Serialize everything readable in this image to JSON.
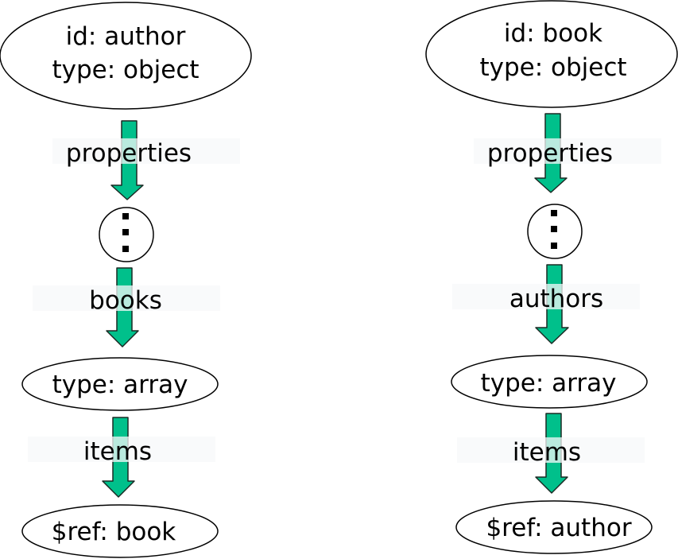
{
  "colors": {
    "arrow_fill": "#00c08b",
    "arrow_stroke": "#1a2a24",
    "label_band": "#f7f8fa",
    "node_stroke": "#000000",
    "background": "#ffffff"
  },
  "left_chain": {
    "root": {
      "line1": "id: author",
      "line2": "type: object"
    },
    "edge1": "properties",
    "ellipsis": "⋮",
    "edge2": "books",
    "array": "type: array",
    "edge3": "items",
    "ref": "$ref: book"
  },
  "right_chain": {
    "root": {
      "line1": "id: book",
      "line2": "type: object"
    },
    "edge1": "properties",
    "ellipsis": "⋮",
    "edge2": "authors",
    "array": "type: array",
    "edge3": "items",
    "ref": "$ref: author"
  }
}
